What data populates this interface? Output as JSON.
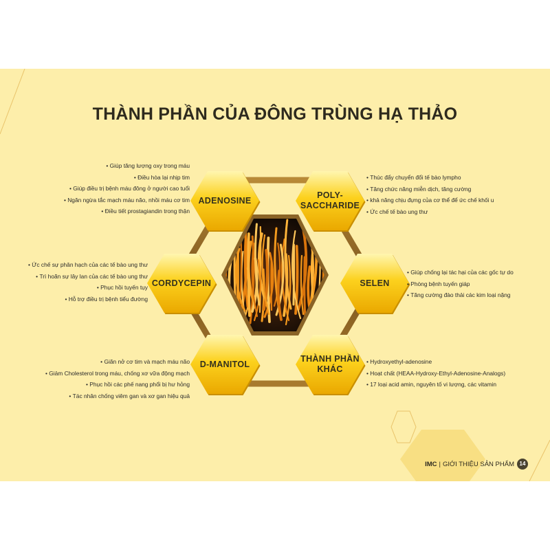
{
  "page": {
    "title": "THÀNH PHẦN CỦA ĐÔNG TRÙNG HẠ THẢO",
    "center_image": "cordyceps-mushroom-photo"
  },
  "components": [
    {
      "id": "adenosine",
      "label": [
        "ADENOSINE"
      ],
      "side": "left",
      "bullets": [
        "Giúp tăng lượng oxy trong máu",
        "Điều hòa lại nhịp tim",
        "Giúp điều trị bệnh máu đông ở người cao tuổi",
        "Ngăn ngừa tắc mạch máu não, nhồi máu cơ tim",
        "Điều tiết prostagiandin trong thận"
      ]
    },
    {
      "id": "polysaccharide",
      "label": [
        "POLY-",
        "SACCHARIDE"
      ],
      "side": "right",
      "bullets": [
        "Thúc đẩy chuyển đổi tế bào lympho",
        "Tăng chức năng miễn dịch, tăng cường",
        "khả năng chịu đựng của cơ thể để ức chế khối u",
        "Ức chế tế bào ung thư"
      ]
    },
    {
      "id": "cordycepin",
      "label": [
        "CORDYCEPIN"
      ],
      "side": "left",
      "bullets": [
        "Ức chế sự phân hạch của các tế bào ung thư",
        "Trì hoãn sự lây lan của các tế bào ung thư",
        "Phục hồi tuyến tụy",
        "Hỗ trợ điều trị bệnh tiểu đường"
      ]
    },
    {
      "id": "selen",
      "label": [
        "SELEN"
      ],
      "side": "right",
      "bullets": [
        "Giúp chống lại tác hại của các gốc tự do",
        "Phòng bệnh tuyến giáp",
        "Tăng cường đào thải các kim loại nặng"
      ]
    },
    {
      "id": "dmanitol",
      "label": [
        "D-MANITOL"
      ],
      "side": "left",
      "bullets": [
        "Giãn nở cơ tim và mạch máu não",
        "Giảm Cholesterol trong máu, chống xơ vữa động mạch",
        "Phục hồi các phế nang phổi bị hư hỏng",
        "Tác nhân chống viêm gan và xơ gan hiệu quả"
      ]
    },
    {
      "id": "other",
      "label": [
        "THÀNH PHẦN",
        "KHÁC"
      ],
      "side": "right",
      "bullets": [
        "Hydroxyethyl-adenosine",
        "Hoạt chất (HEAA-Hydroxy-Ethyl-Adenosine-Analogs)",
        "17 loại acid amin, nguyên tố vi lượng, các vitamin"
      ]
    }
  ],
  "footer": {
    "brand": "IMC",
    "separator": "|",
    "section": "GIỚI THIỆU SẢN PHẨM",
    "page_number": "14"
  },
  "colors": {
    "background": "#fdeeaa",
    "hex_fill": "#f9c70c",
    "frame": "#8a6326",
    "title": "#2e2a1e"
  }
}
